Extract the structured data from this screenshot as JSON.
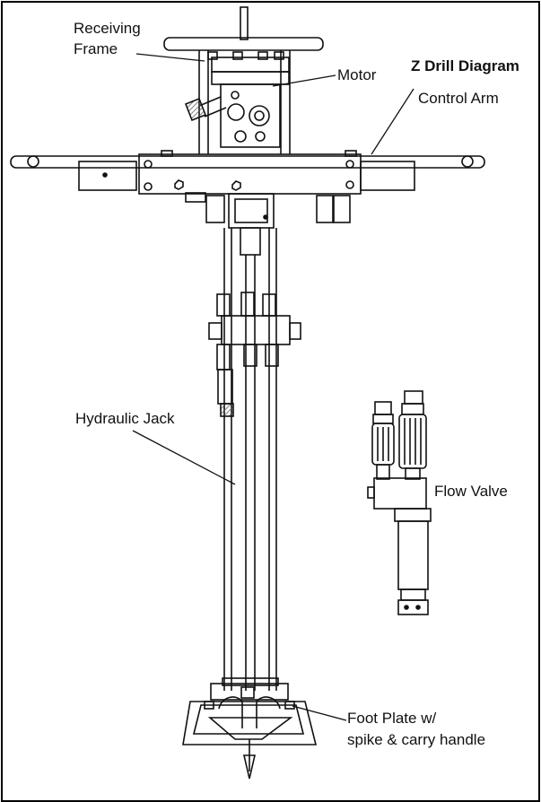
{
  "title": "Z Drill Diagram",
  "labels": {
    "receiving_frame_line1": "Receiving",
    "receiving_frame_line2": "Frame",
    "motor": "Motor",
    "control_arm": "Control Arm",
    "hydraulic_jack": "Hydraulic Jack",
    "flow_valve": "Flow Valve",
    "foot_plate_line1": "Foot Plate w/",
    "foot_plate_line2": "spike & carry handle"
  },
  "colors": {
    "line": "#111111",
    "background": "#ffffff",
    "hatch": "#555555"
  }
}
